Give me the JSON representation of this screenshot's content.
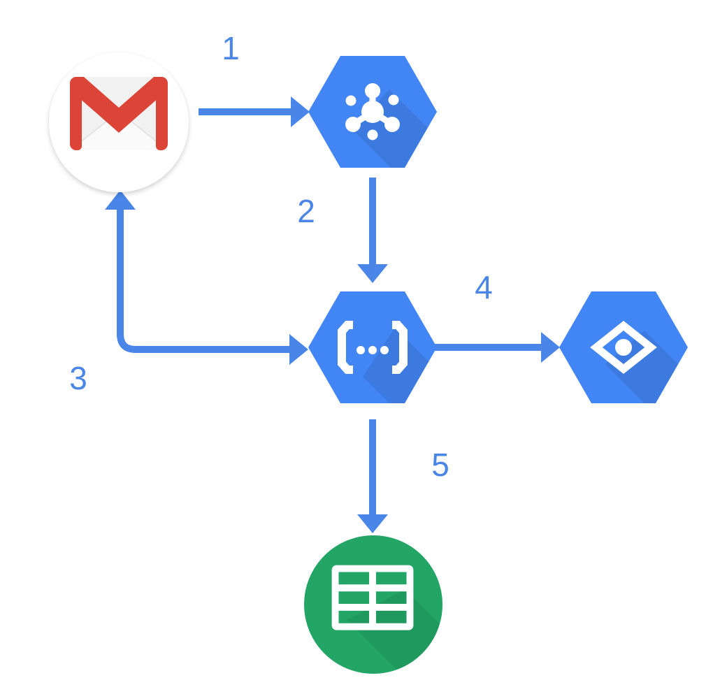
{
  "diagram": {
    "background_color": "#FFFFFF",
    "colors": {
      "arrow_blue": "#4A86E8",
      "label_blue": "#4A86E8",
      "hexagon_blue": "#4285F4",
      "long_shadow": "rgba(0,0,0,0.08)",
      "gmail_red": "#DB4437",
      "gmail_envelope_gray": "#F1F1F1",
      "sheets_green": "#23A566",
      "icon_white": "#FFFFFF"
    },
    "nodes": [
      {
        "id": "gmail",
        "shape": "white-circle",
        "icon": "gmail-envelope-icon"
      },
      {
        "id": "cloud-pubsub",
        "shape": "blue-hexagon",
        "icon": "pubsub-hub-icon"
      },
      {
        "id": "cloud-functions",
        "shape": "blue-hexagon",
        "icon": "code-brackets-icon"
      },
      {
        "id": "cloud-vision",
        "shape": "blue-hexagon",
        "icon": "vision-eye-icon"
      },
      {
        "id": "google-sheets",
        "shape": "green-circle",
        "icon": "spreadsheet-grid-icon"
      }
    ],
    "steps": [
      {
        "label": "1",
        "from": "gmail",
        "to": "cloud-pubsub",
        "style": "straight-right"
      },
      {
        "label": "2",
        "from": "cloud-pubsub",
        "to": "cloud-functions",
        "style": "straight-down"
      },
      {
        "label": "3",
        "between": [
          "cloud-functions",
          "gmail"
        ],
        "style": "elbow, arrowheads both ends"
      },
      {
        "label": "4",
        "from": "cloud-functions",
        "to": "cloud-vision",
        "style": "straight-right"
      },
      {
        "label": "5",
        "from": "cloud-functions",
        "to": "google-sheets",
        "style": "straight-down"
      }
    ]
  }
}
